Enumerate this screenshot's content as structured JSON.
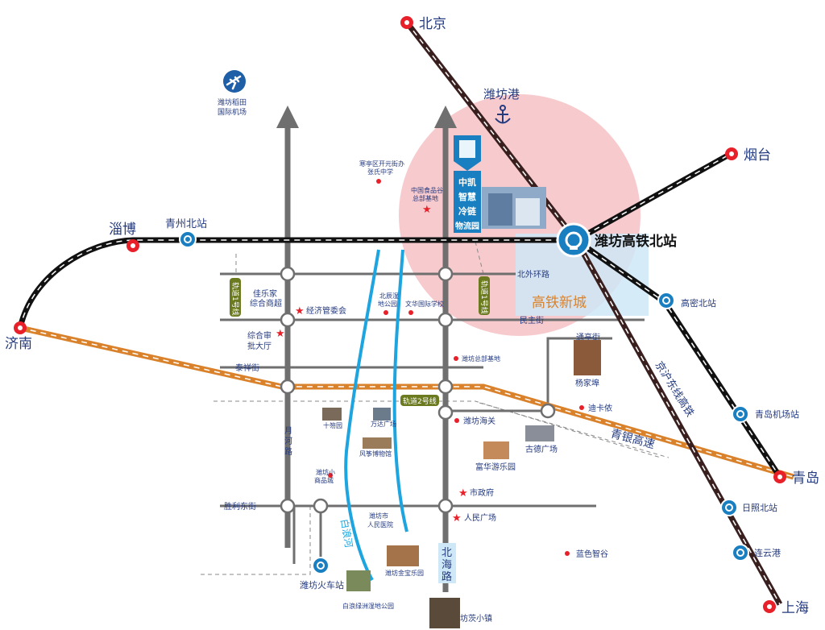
{
  "colors": {
    "city_red": "#e8202a",
    "rail_dark": "#3a1f1f",
    "rail_black": "#111111",
    "highway_orange": "#d9822b",
    "road_gray": "#6f6f6f",
    "river_blue": "#1ea5e0",
    "pink_zone": "#f6c4c8",
    "station_blue": "#1a7fc0",
    "text_navy": "#253b80",
    "label_olive": "#6b7a1e",
    "highlight_blue": "#cfe8f7"
  },
  "cities": {
    "beijing": "北京",
    "zibo": "淄博",
    "jinan": "济南",
    "yantai": "烟台",
    "qingdao": "青岛",
    "shanghai": "上海"
  },
  "stations": {
    "qingzhou_north": "青州北站",
    "weifang_north_hsr": "潍坊高铁北站",
    "gaomi_north": "高密北站",
    "qingdao_airport": "青岛机场站",
    "rizhao_north": "日照北站",
    "lianyungang": "连云港",
    "weifang_railway": "潍坊火车站"
  },
  "port": "潍坊港",
  "airport": {
    "line1": "潍坊稻田",
    "line2": "国际机场"
  },
  "hsr_new_city": "高铁新城",
  "logistics_park": {
    "chars": [
      "中凯",
      "智慧",
      "冷链",
      "物流园"
    ]
  },
  "roads": {
    "beiwai_huan": "北外环路",
    "minzhu": "民主街",
    "taixiang": "泰祥街",
    "shengli_east": "胜利东街",
    "tongting": "通亭街",
    "yuehe": [
      "月",
      "河",
      "路"
    ],
    "beihai": [
      "北",
      "海",
      "路"
    ],
    "jinghu_hsr": "京沪东线高铁",
    "qingyin_expressway": "青银高速"
  },
  "metro": {
    "line1_left": "轨道1号线",
    "line1_right": "轨道1号线",
    "line2": "轨道2号线"
  },
  "river": "白浪河",
  "pois": {
    "hanting_school": [
      "寒亭区开元街办",
      "张氏中学"
    ],
    "food_valley": [
      "中国食品谷",
      "总部基地"
    ],
    "jialejia": [
      "佳乐家",
      "综合商超"
    ],
    "econ_committee": "经济管委会",
    "admin_hall": [
      "综合审",
      "批大厅"
    ],
    "beichen_park": [
      "北辰湿",
      "地公园"
    ],
    "wenhua_school": "文华国际学校",
    "weifang_hq": "潍坊总部基地",
    "yangjiabu": "杨家埠",
    "dikanong": "迪卡侬",
    "shihuayuan": "十笏园",
    "wanda": "万达广场",
    "kite_museum": "风筝博物馆",
    "customs": "潍坊海关",
    "gude_plaza": "古德广场",
    "fuhua_park": "富华游乐园",
    "small_commodity": [
      "潍坊小",
      "商品城"
    ],
    "city_hall": "市政府",
    "people_hospital": [
      "潍坊市",
      "人民医院"
    ],
    "people_square": "人民广场",
    "jinbao_park": "潍坊金宝乐园",
    "blue_valley": "蓝色智谷",
    "bailang_park": "白浪绿洲湿地公园",
    "fangzi_town": "坊茨小镇"
  }
}
